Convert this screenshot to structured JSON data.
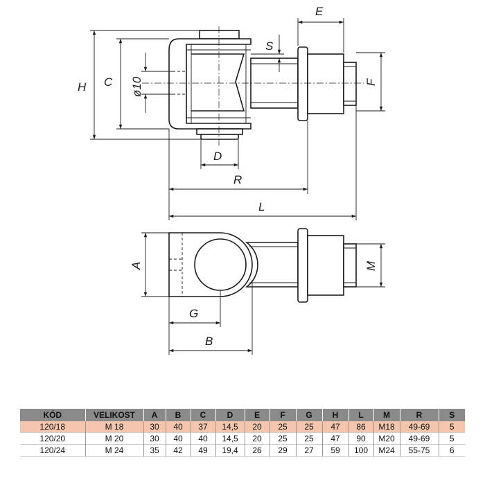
{
  "drawing": {
    "labels": {
      "E": "E",
      "S": "S",
      "H": "H",
      "C": "C",
      "d10": "ø10",
      "F": "F",
      "D": "D",
      "R": "R",
      "L": "L",
      "A": "A",
      "M": "M",
      "G": "G",
      "B": "B"
    }
  },
  "table": {
    "headers": [
      "KÓD",
      "VELIKOST",
      "A",
      "B",
      "C",
      "D",
      "E",
      "F",
      "G",
      "H",
      "L",
      "M",
      "R",
      "S"
    ],
    "rows": [
      [
        "120/18",
        "M 18",
        "30",
        "40",
        "37",
        "14,5",
        "20",
        "25",
        "25",
        "47",
        "86",
        "M18",
        "49-69",
        "5"
      ],
      [
        "120/20",
        "M 20",
        "30",
        "40",
        "40",
        "14,5",
        "20",
        "25",
        "25",
        "47",
        "90",
        "M20",
        "49-69",
        "5"
      ],
      [
        "120/24",
        "M 24",
        "35",
        "42",
        "49",
        "19,4",
        "26",
        "29",
        "27",
        "59",
        "100",
        "M24",
        "55-75",
        "6"
      ]
    ],
    "highlight_row": 0,
    "colors": {
      "header_bg": "#8a8a8a",
      "highlight_bg": "#f3c6ad"
    }
  }
}
